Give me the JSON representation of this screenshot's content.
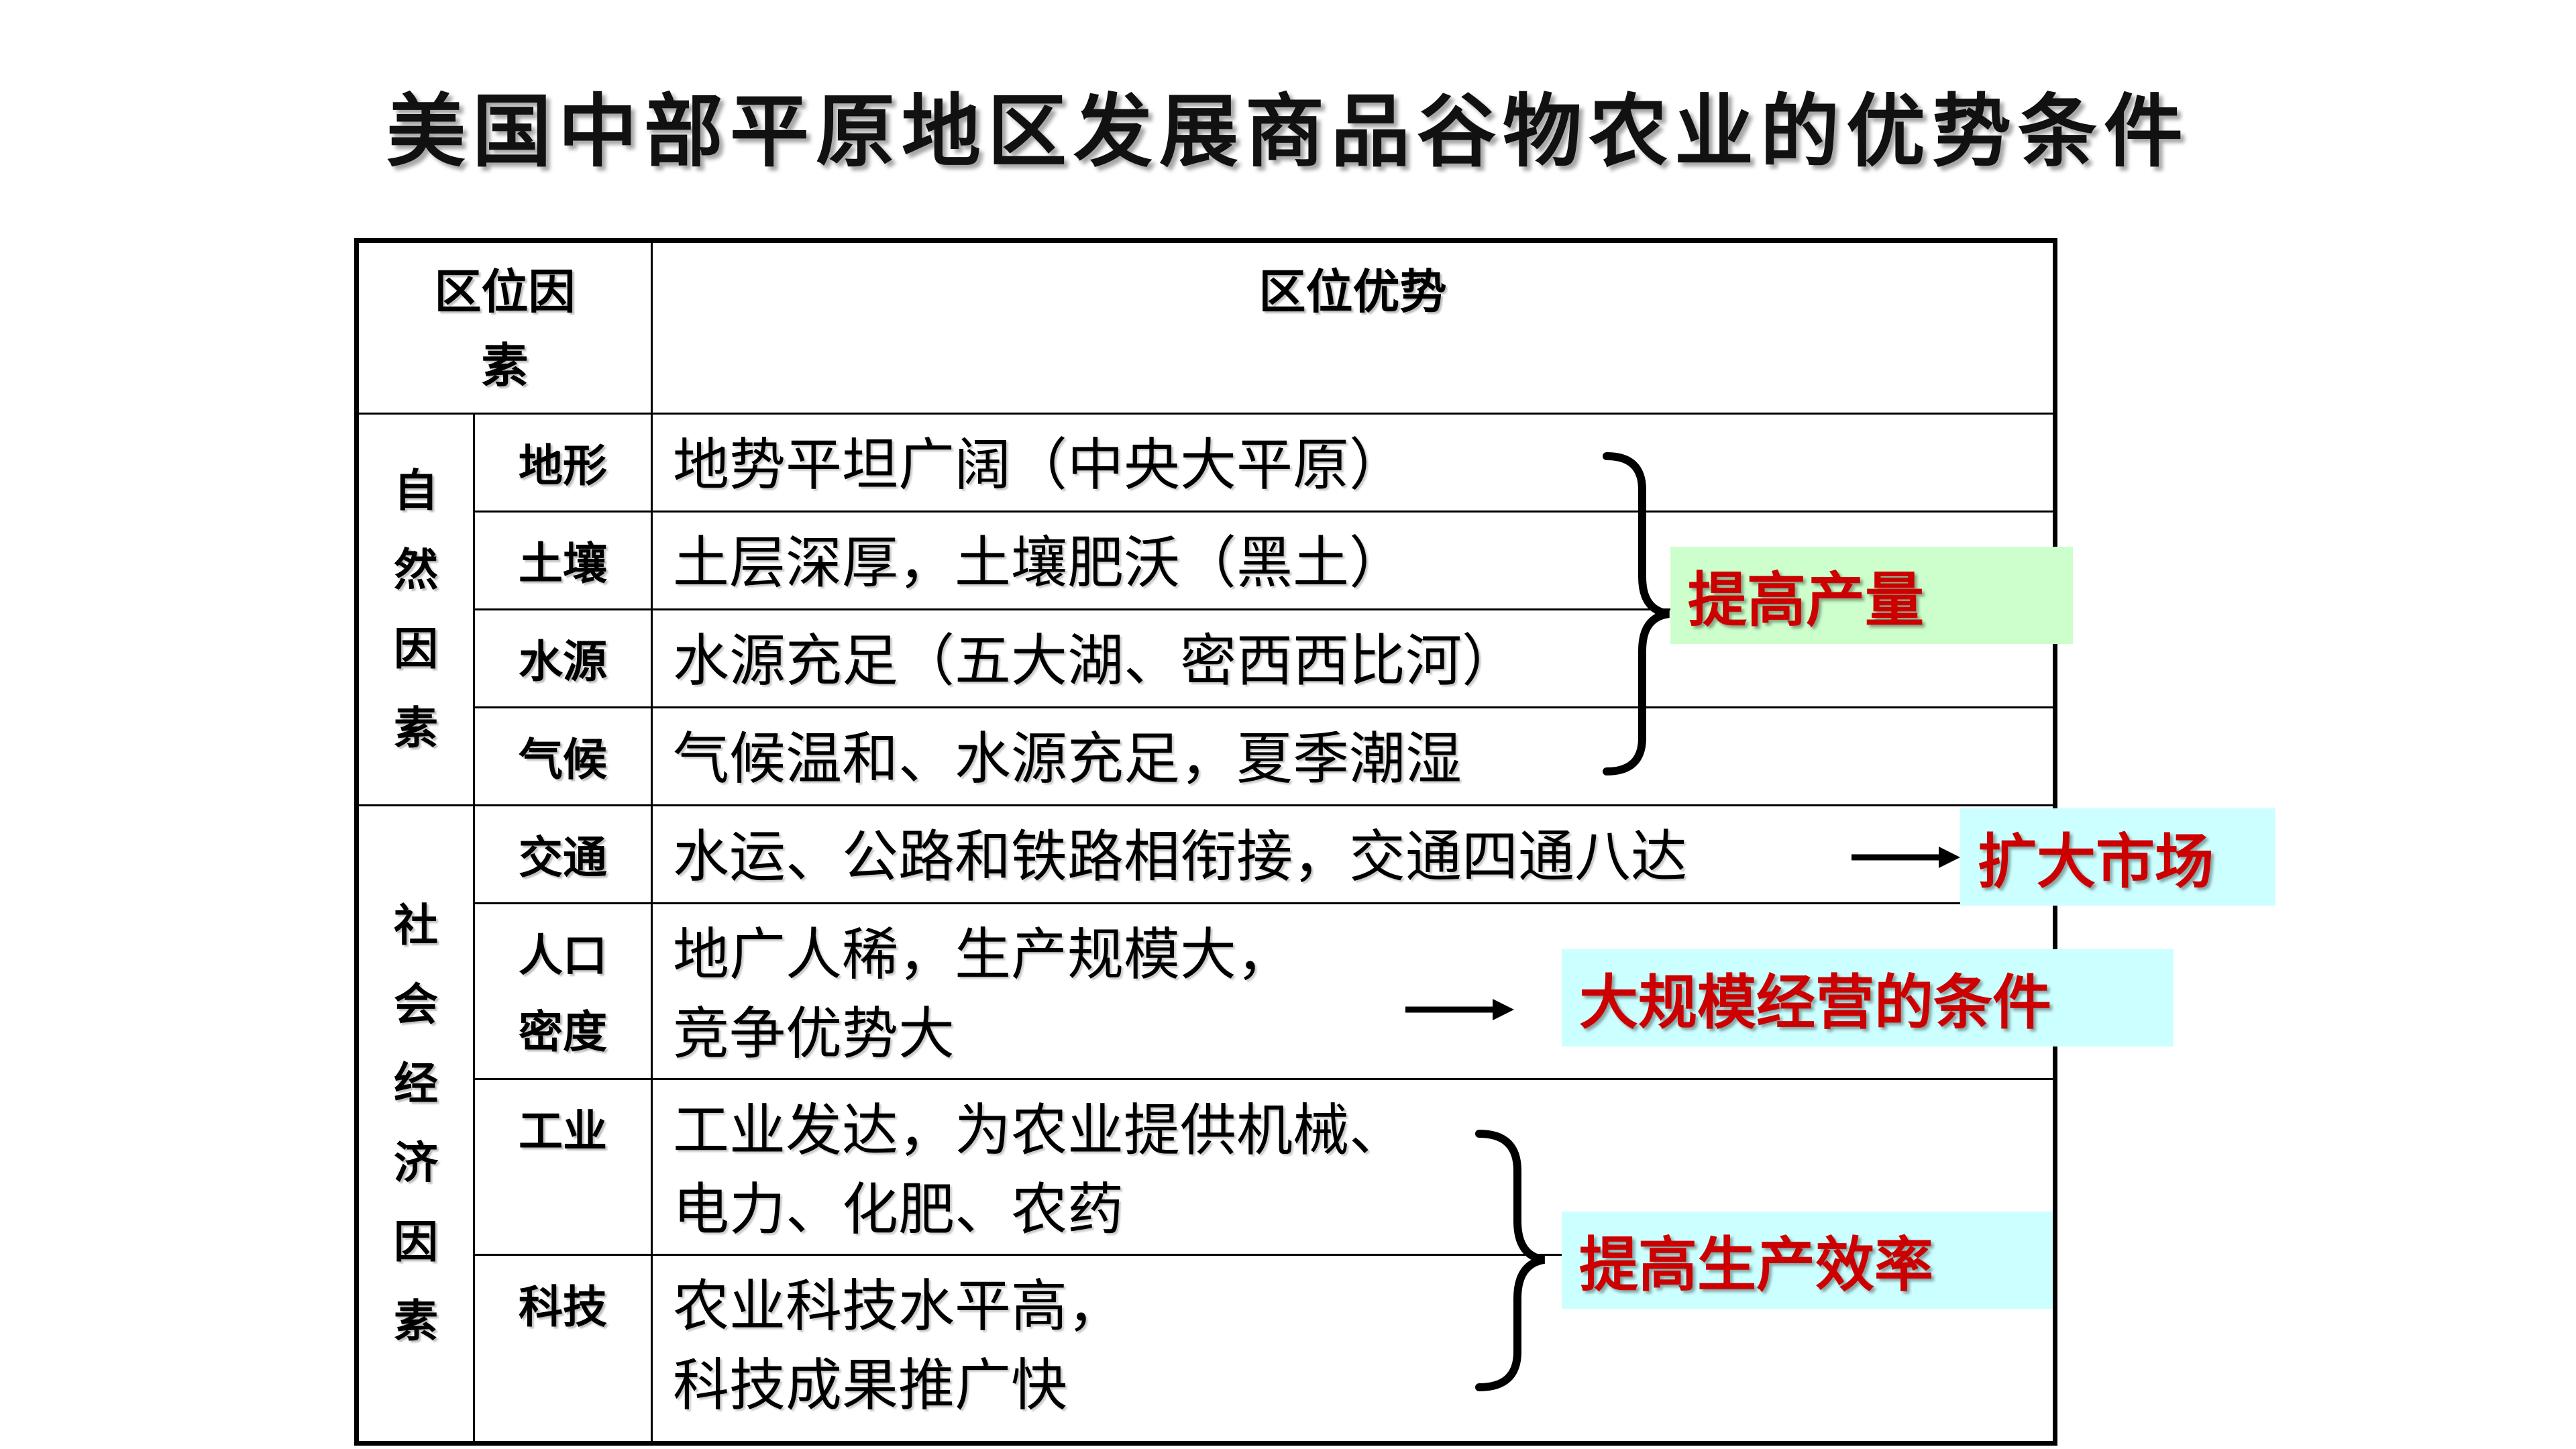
{
  "title": "美国中部平原地区发展商品谷物农业的优势条件",
  "table": {
    "header_factor_line1": "区位因",
    "header_factor_line2": "素",
    "header_advantage": "区位优势",
    "groups": [
      {
        "chars": [
          "自",
          "然",
          "因",
          "素"
        ]
      },
      {
        "chars": [
          "社",
          "会",
          "经",
          "济",
          "因",
          "素"
        ]
      }
    ],
    "rows": [
      {
        "factor": "地形",
        "advantage": "地势平坦广阔（中央大平原）"
      },
      {
        "factor": "土壤",
        "advantage": "土层深厚，土壤肥沃（黑土）"
      },
      {
        "factor": "水源",
        "advantage": "水源充足（五大湖、密西西比河）"
      },
      {
        "factor": "气候",
        "advantage": "气候温和、水源充足，夏季潮湿"
      },
      {
        "factor": "交通",
        "advantage": "水运、公路和铁路相衔接，交通四通八达"
      },
      {
        "factor_line1": "人口",
        "factor_line2": "密度",
        "advantage_line1": "地广人稀，生产规模大，",
        "advantage_line2": "竞争优势大"
      },
      {
        "factor": "工业",
        "advantage_line1": "工业发达，为农业提供机械、",
        "advantage_line2": "电力、化肥、农药"
      },
      {
        "factor": "科技",
        "advantage_line1": "农业科技水平高，",
        "advantage_line2": "科技成果推广快"
      }
    ]
  },
  "callouts": {
    "increase_yield": "提高产量",
    "expand_market": "扩大市场",
    "large_scale": "大规模经营的条件",
    "efficiency": "提高生产效率"
  },
  "colors": {
    "callout_text": "#cc0000",
    "green_box": "#ccffcc",
    "cyan_box": "#ccffff"
  }
}
